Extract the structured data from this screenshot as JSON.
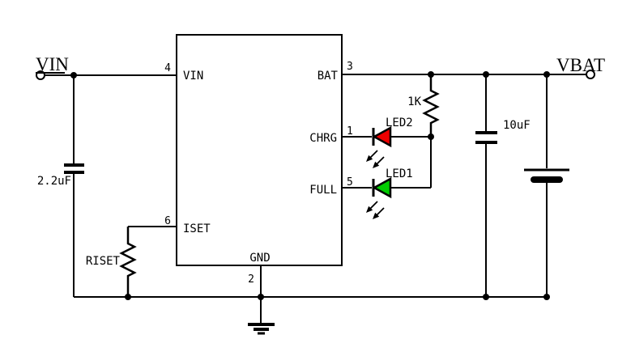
{
  "circuit": {
    "net_labels": {
      "vin": "VIN",
      "vbat": "VBAT"
    },
    "ic": {
      "pin_vin": {
        "num": "4",
        "label": "VIN"
      },
      "pin_bat": {
        "num": "3",
        "label": "BAT"
      },
      "pin_chrg": {
        "num": "1",
        "label": "CHRG"
      },
      "pin_full": {
        "num": "5",
        "label": "FULL"
      },
      "pin_iset": {
        "num": "6",
        "label": "ISET"
      },
      "pin_gnd": {
        "num": "2",
        "label": "GND"
      }
    },
    "components": {
      "input_cap": {
        "label": "2.2uF"
      },
      "output_cap": {
        "label": "10uF"
      },
      "led_resistor": {
        "label": "1K"
      },
      "iset_resistor": {
        "label": "RISET"
      },
      "led2": {
        "label": "LED2",
        "color": "#ee0000"
      },
      "led1": {
        "label": "LED1",
        "color": "#00cc00"
      }
    },
    "colors": {
      "wire": "#000000",
      "background": "#ffffff",
      "led2_fill": "#ee0000",
      "led1_fill": "#00cc00"
    }
  }
}
